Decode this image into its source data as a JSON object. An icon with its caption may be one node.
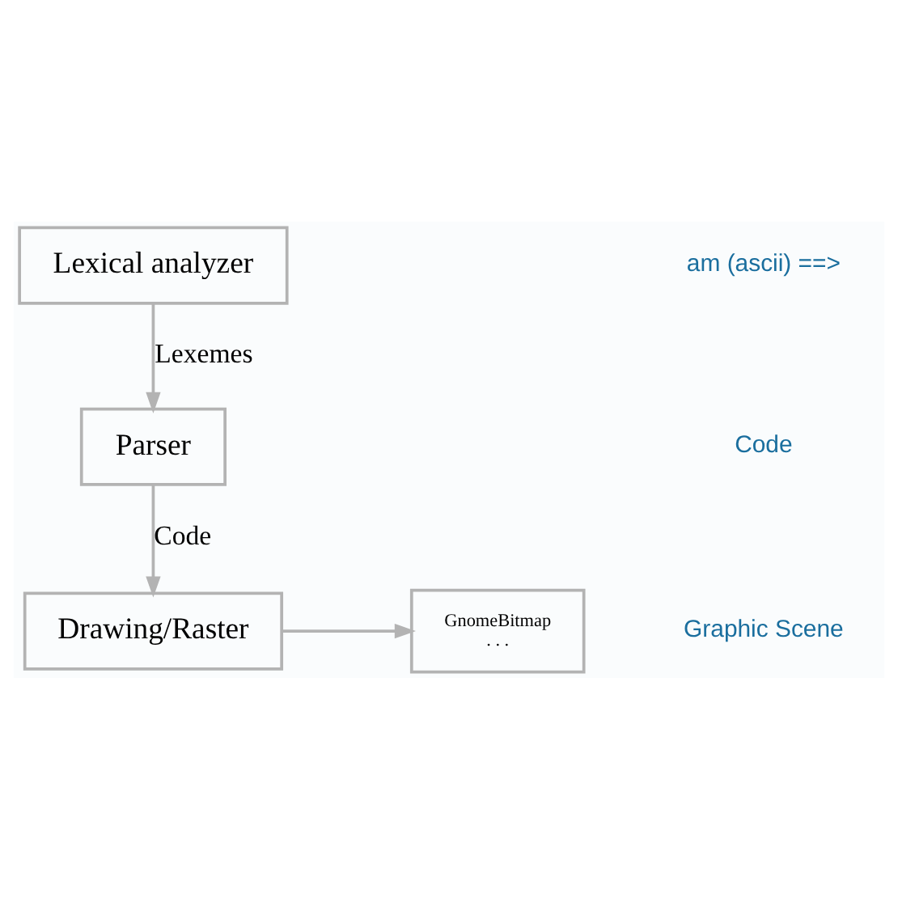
{
  "diagram": {
    "nodes": [
      {
        "text": [
          "Lexical analyzer"
        ]
      },
      {
        "text": [
          "Parser"
        ]
      },
      {
        "text": [
          "Drawing/Raster"
        ]
      },
      {
        "text": [
          "GnomeBitmap",
          ". . ."
        ]
      }
    ],
    "edges": [
      {
        "from": 0,
        "to": 1,
        "arrow": "to",
        "label": "Lexemes"
      },
      {
        "from": 1,
        "to": 2,
        "arrow": "to",
        "label": "Code"
      },
      {
        "from": 2,
        "to": 3,
        "arrow": "to"
      }
    ],
    "labels": [
      "am (ascii) ==>",
      "Code",
      "Graphic Scene"
    ]
  }
}
